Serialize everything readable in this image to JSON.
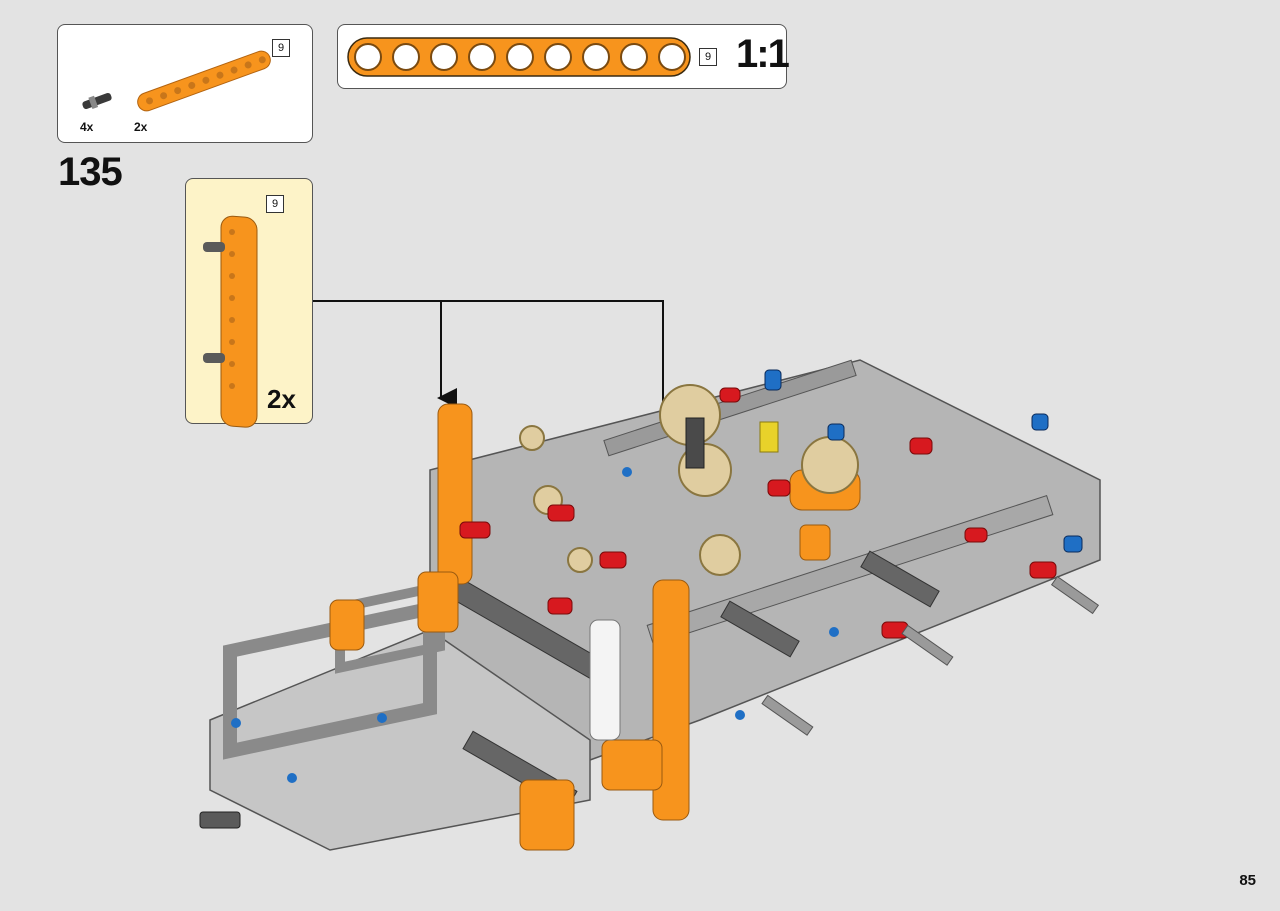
{
  "parts_box": {
    "items": [
      {
        "icon": "connector-pin-icon",
        "qty": "4x"
      },
      {
        "icon": "orange-beam-9-icon",
        "qty": "2x"
      }
    ],
    "beam_length": "9"
  },
  "scale_box": {
    "beam_length": "9",
    "scale": "1:1"
  },
  "step": {
    "number": "135"
  },
  "subassembly": {
    "beam_length": "9",
    "qty": "2x"
  },
  "page": {
    "number": "85"
  },
  "colors": {
    "orange": "#f7941d",
    "cream": "#fdf3c8",
    "gray": "#b5b5b5",
    "dark": "#5a5a5a",
    "red": "#d7191f",
    "blue": "#1f6fc5",
    "tan": "#e0cda0"
  }
}
